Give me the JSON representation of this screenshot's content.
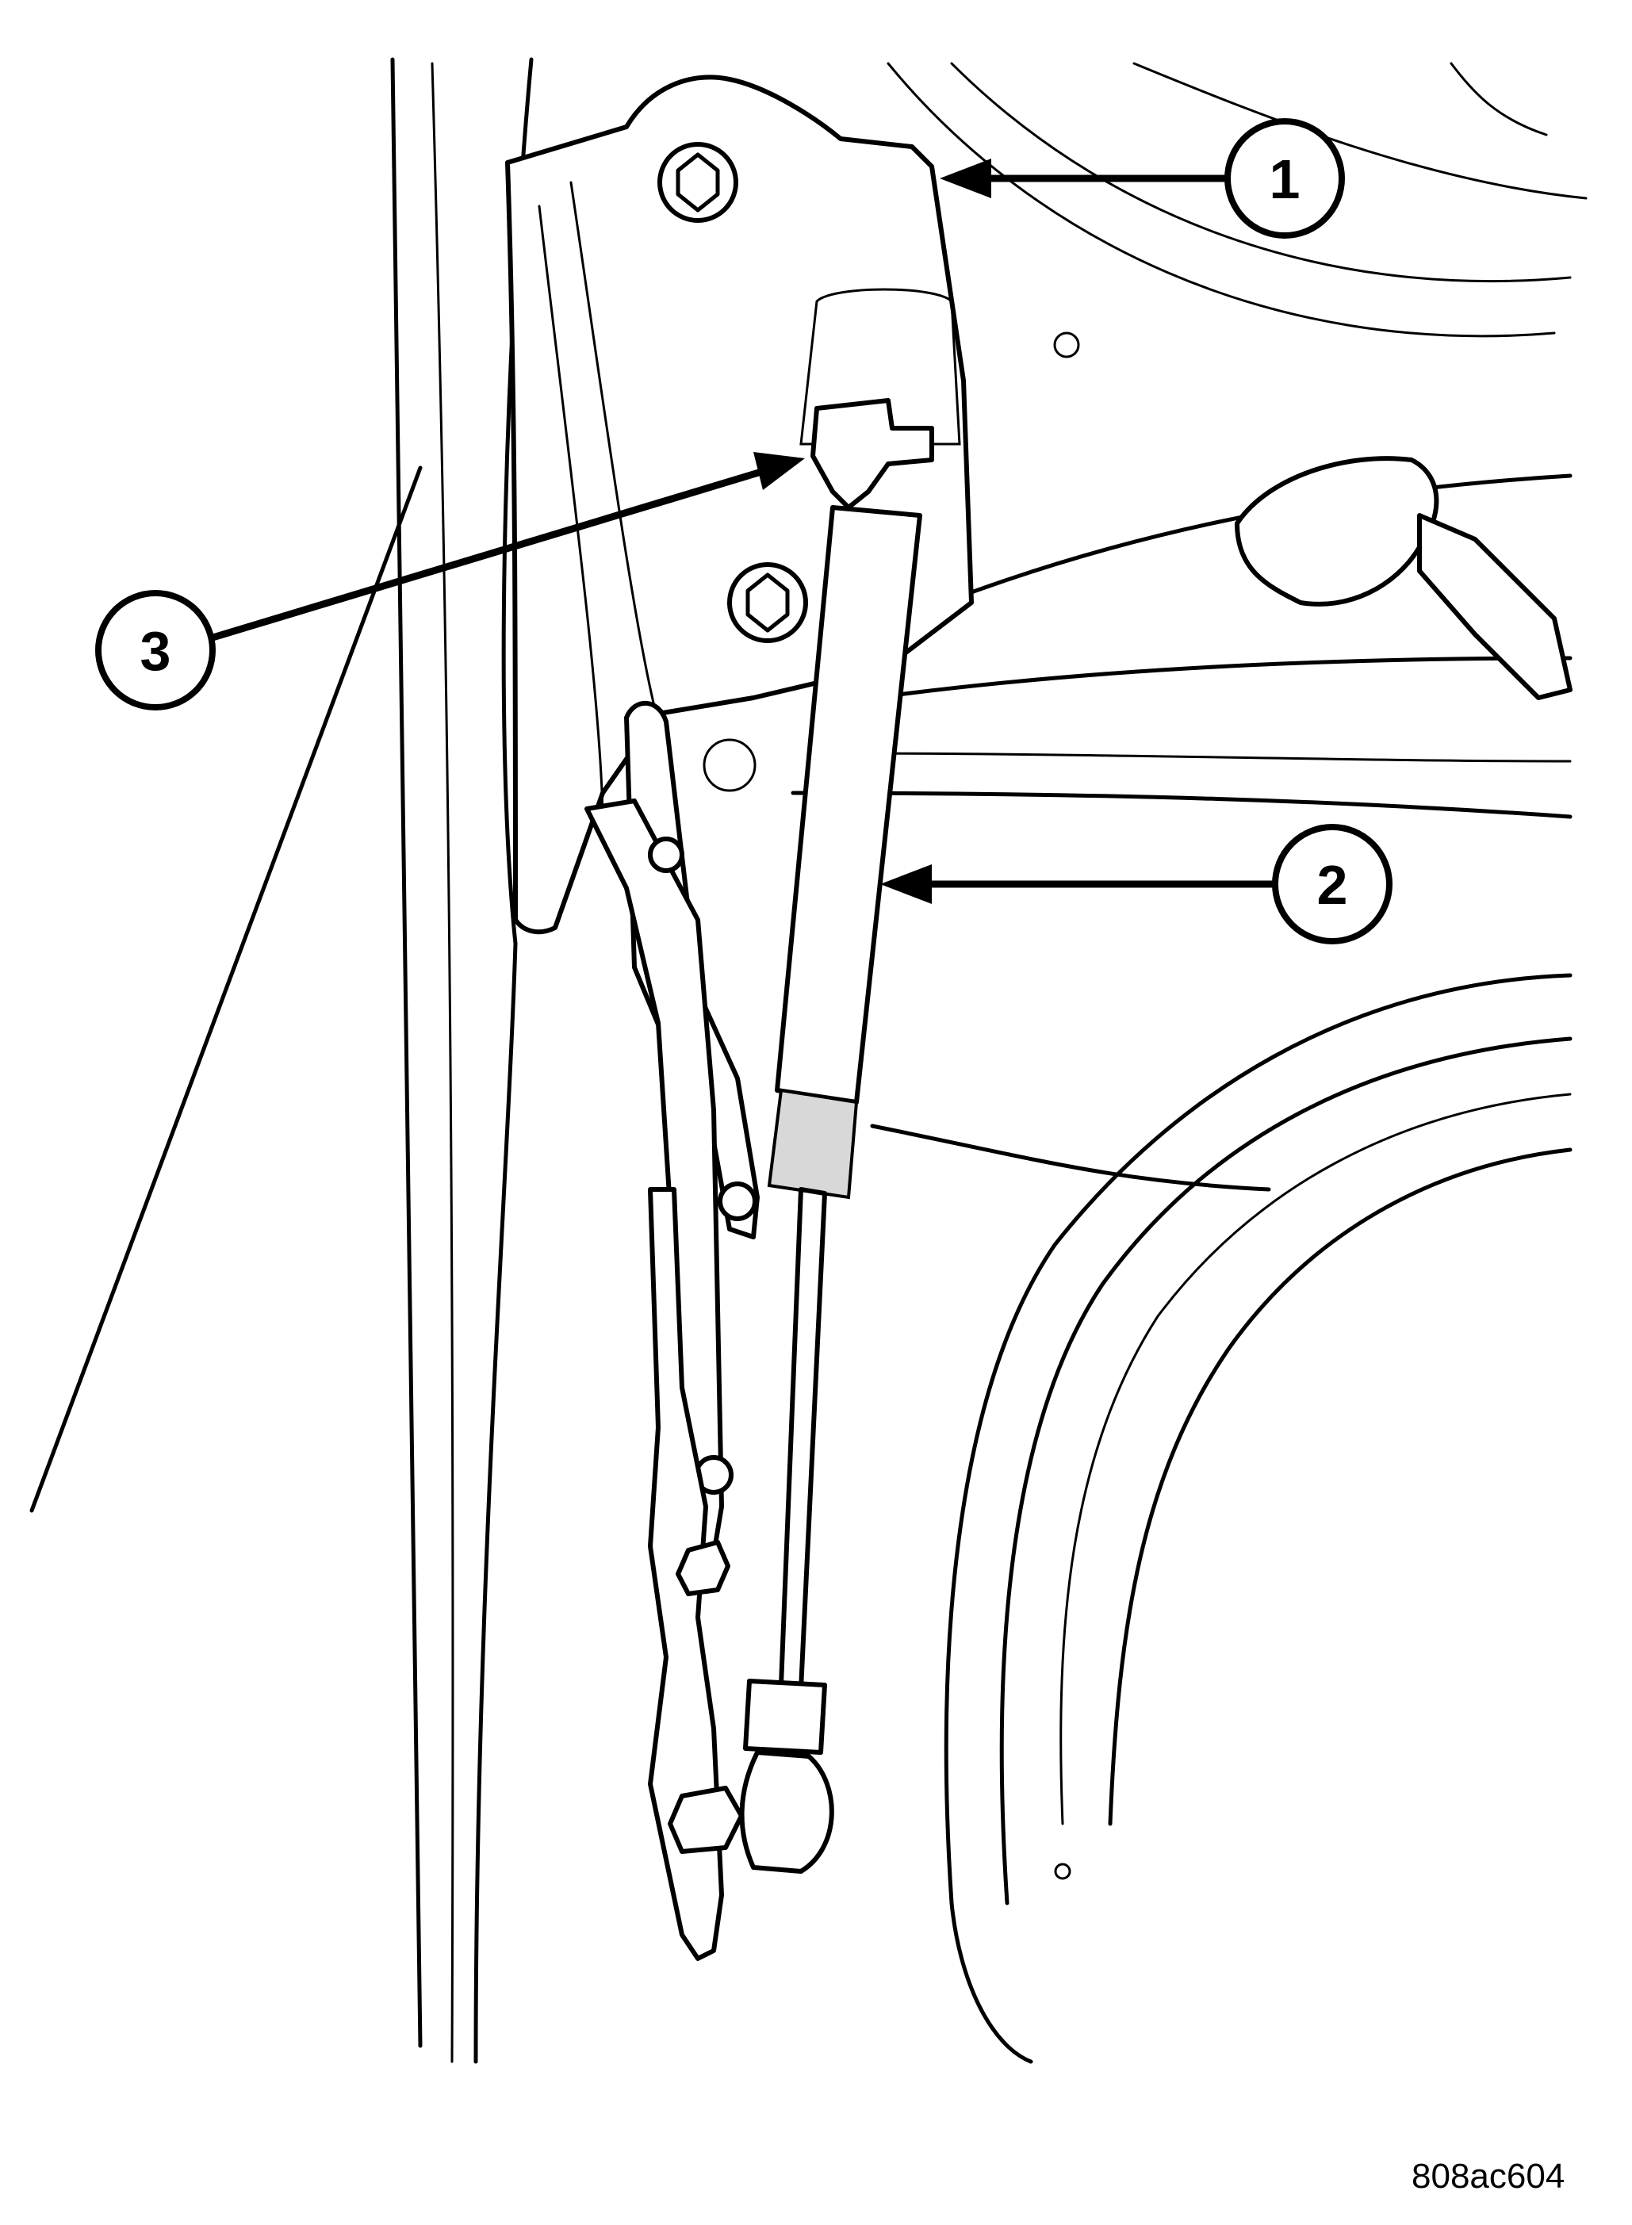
{
  "figure_id": "808ac604",
  "callouts": [
    {
      "label": "1"
    },
    {
      "label": "2"
    },
    {
      "label": "3"
    }
  ]
}
